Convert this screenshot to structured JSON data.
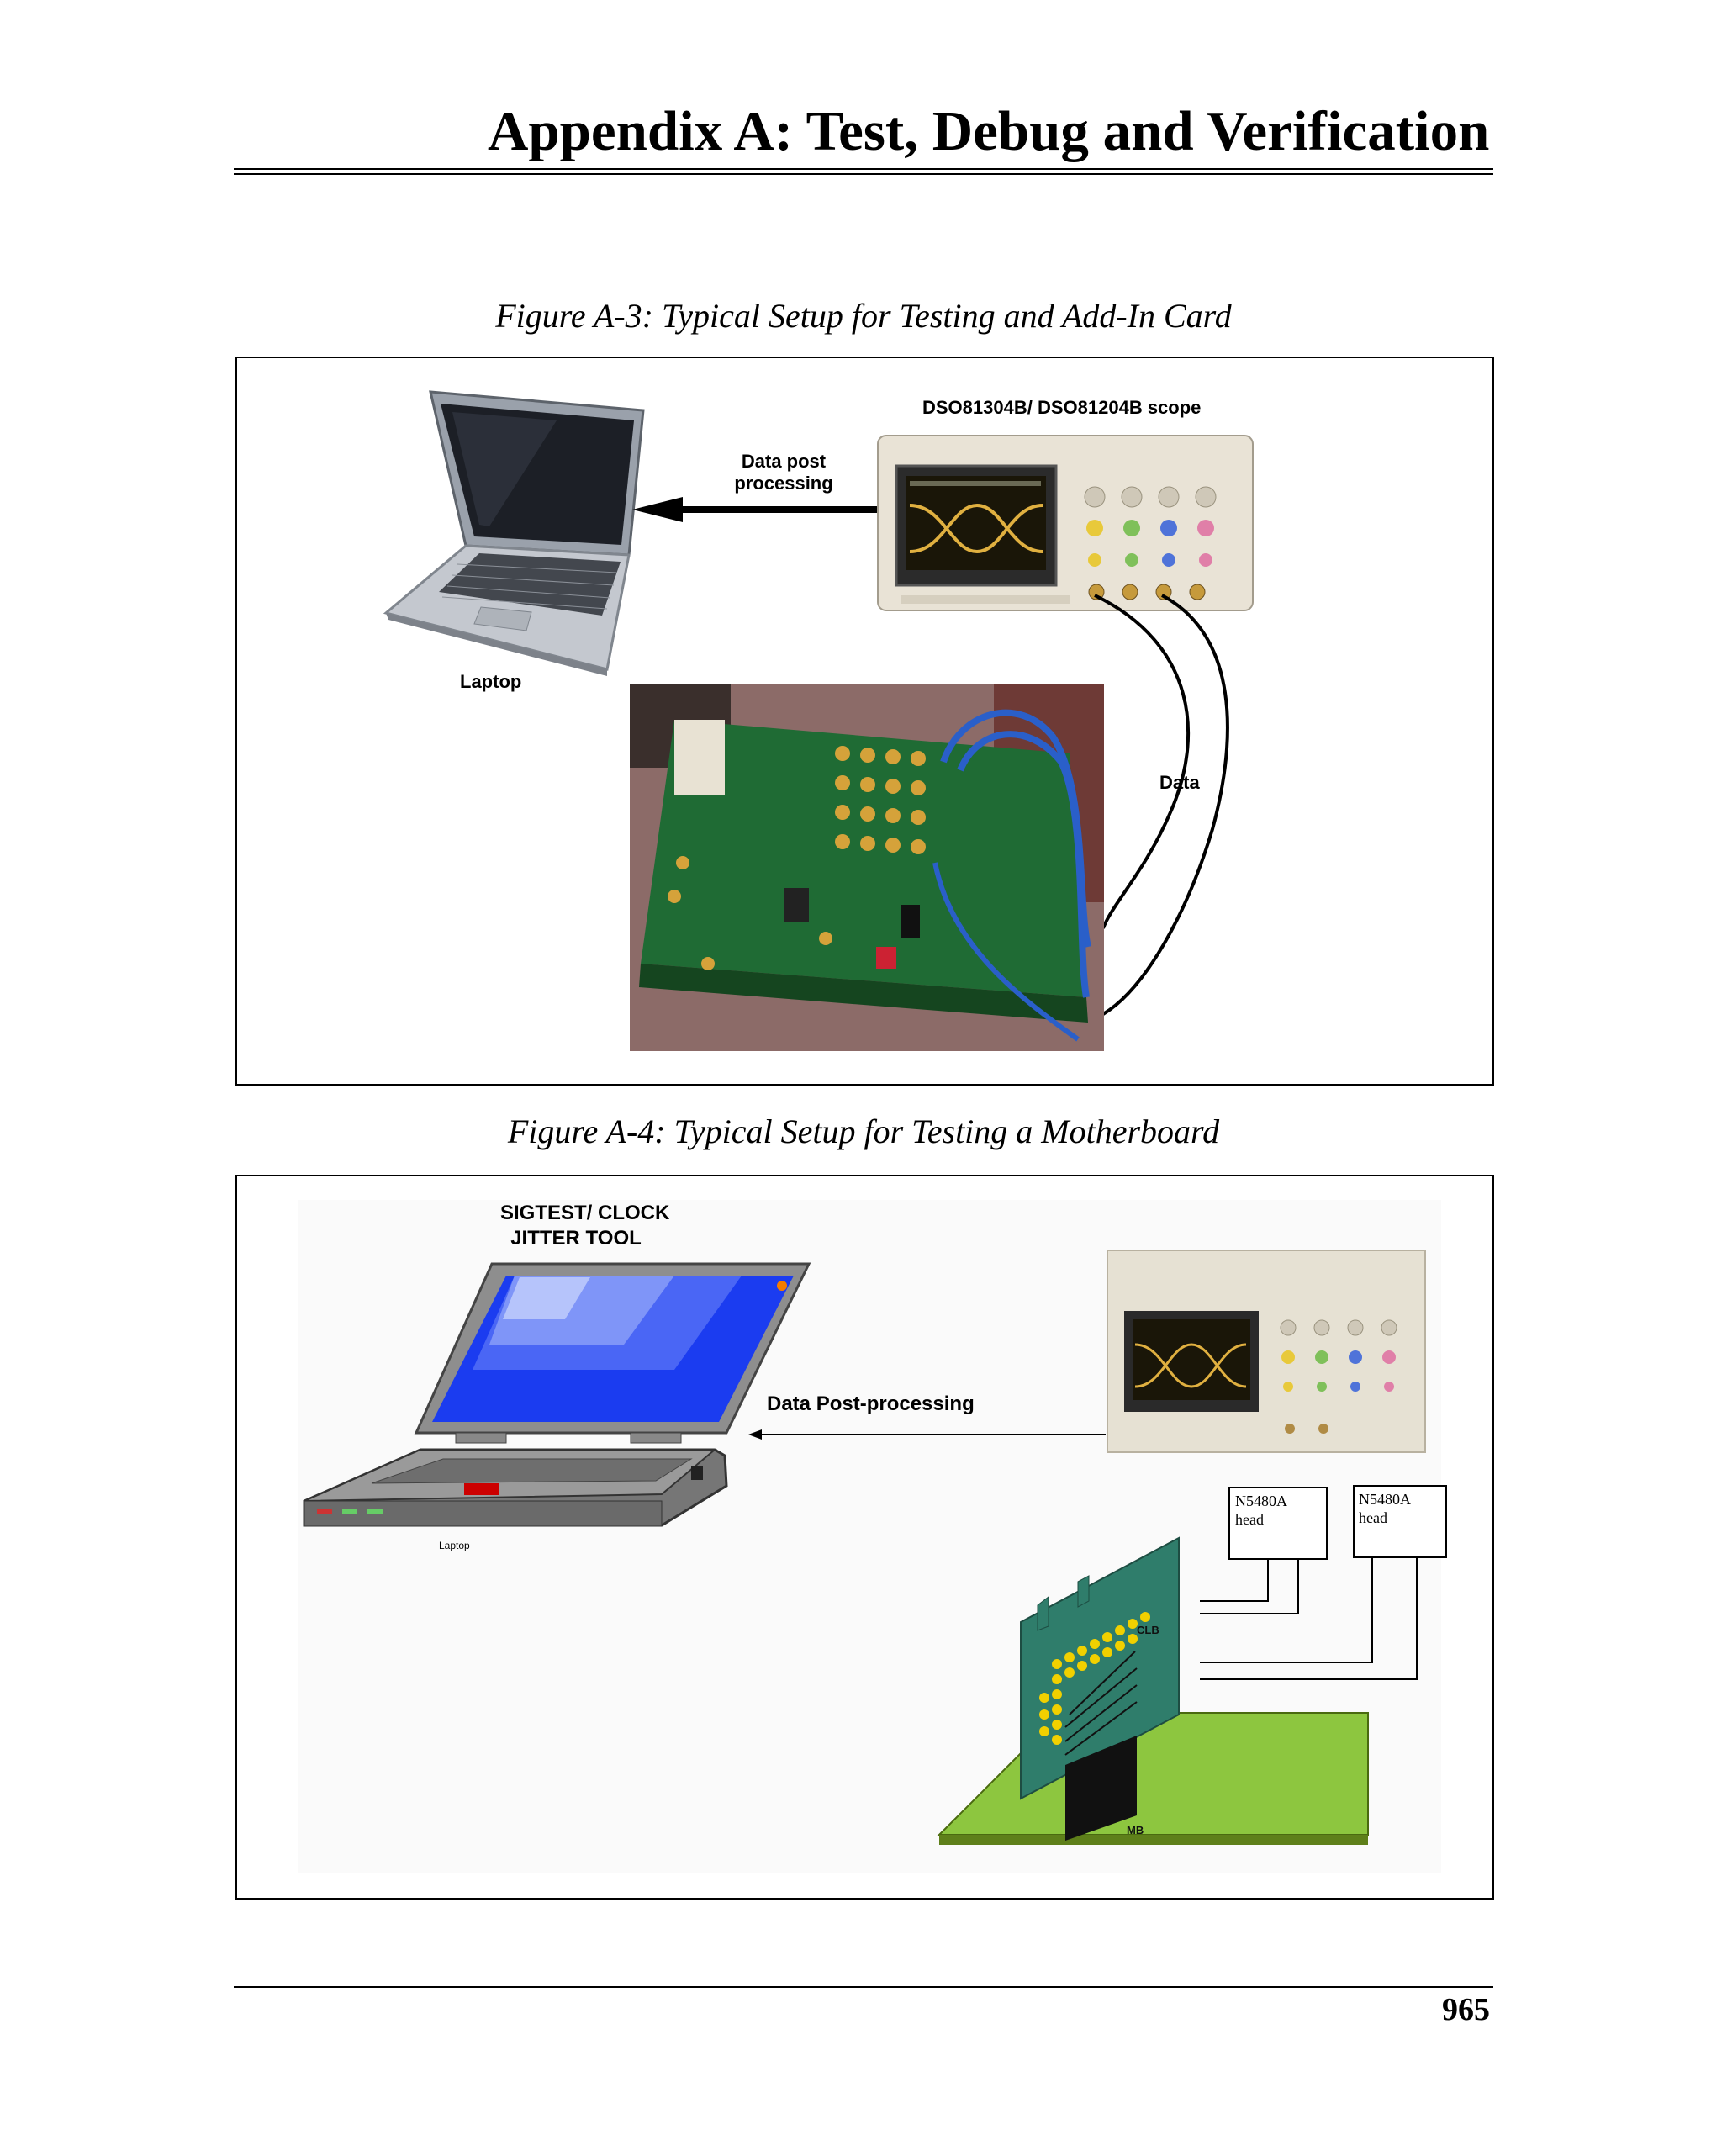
{
  "header": {
    "chapter_title": "Appendix A: Test, Debug and Verification"
  },
  "figure_a3": {
    "caption": "Figure A-3: Typical Setup for Testing and Add-In Card",
    "scope_label": "DSO81304B/ DSO81204B scope",
    "arrow_label_line1": "Data post",
    "arrow_label_line2": "processing",
    "laptop_label": "Laptop",
    "cable_label": "Data"
  },
  "figure_a4": {
    "caption": "Figure A-4: Typical Setup for Testing a Motherboard",
    "tool_label_line1": "SIGTEST/ CLOCK",
    "tool_label_line2": "JITTER TOOL",
    "arrow_label": "Data Post-processing",
    "laptop_label": "Laptop",
    "head1_line1": "N5480A",
    "head1_line2": "head",
    "head2_line1": "N5480A",
    "head2_line2": "head",
    "clb_label": "CLB",
    "mb_label": "MB"
  },
  "footer": {
    "page_number": "965"
  }
}
